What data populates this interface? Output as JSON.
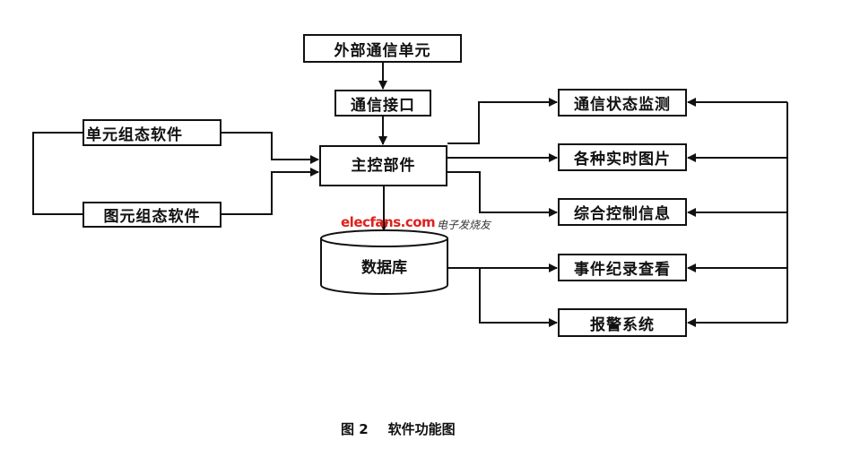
{
  "nodes": {
    "external_unit": "外部通信单元",
    "comm_interface": "通信接口",
    "main_control": "主控部件",
    "database": "数据库",
    "unit_config_software": "单元组态软件",
    "element_config_software": "图元组态软件",
    "comm_status_monitor": "通信状态监测",
    "realtime_images": "各种实时图片",
    "integrated_control_info": "综合控制信息",
    "event_record_view": "事件纪录查看",
    "alarm_system": "报警系统"
  },
  "watermark": {
    "logo": "elecfans.com",
    "cn": "电子发烧友"
  },
  "caption": {
    "number": "图 2",
    "title": "软件功能图"
  }
}
